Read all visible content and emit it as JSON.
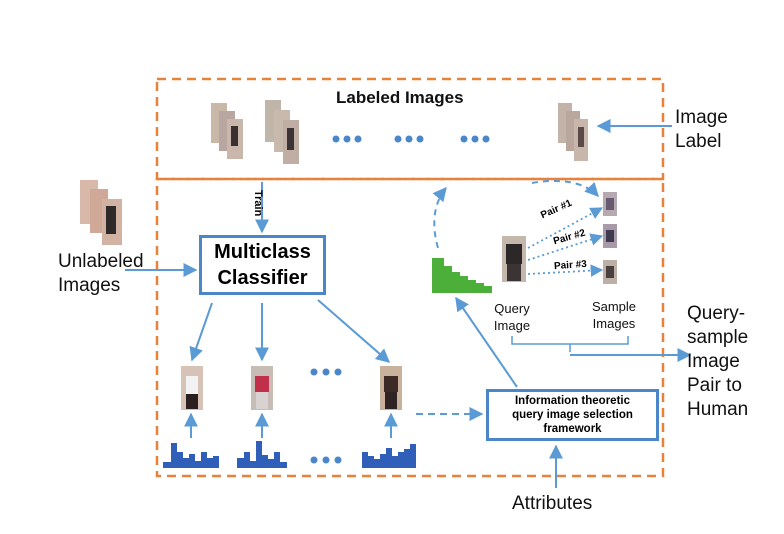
{
  "labels": {
    "labeled_images": "Labeled Images",
    "image_label": [
      "Image",
      "Label"
    ],
    "unlabeled_images": [
      "Unlabeled",
      "Images"
    ],
    "train": "Train",
    "classifier": [
      "Multiclass",
      "Classifier"
    ],
    "pairs": [
      "Pair #1",
      "Pair #2",
      "Pair #3"
    ],
    "query_image": [
      "Query",
      "Image"
    ],
    "sample_images": [
      "Sample",
      "Images"
    ],
    "output": [
      "Query-",
      "sample",
      "Image",
      "Pair to",
      "Human"
    ],
    "framework": [
      "Information theoretic",
      "query image selection",
      "framework"
    ],
    "attributes": "Attributes"
  },
  "colors": {
    "dashed_border": "#e8823a",
    "arrow": "#5b9bd5",
    "box_border": "#4a86c8",
    "dots": "#4a86c8",
    "histogram_blue": "#2f5fb8",
    "histogram_green": "#4caf3a"
  }
}
